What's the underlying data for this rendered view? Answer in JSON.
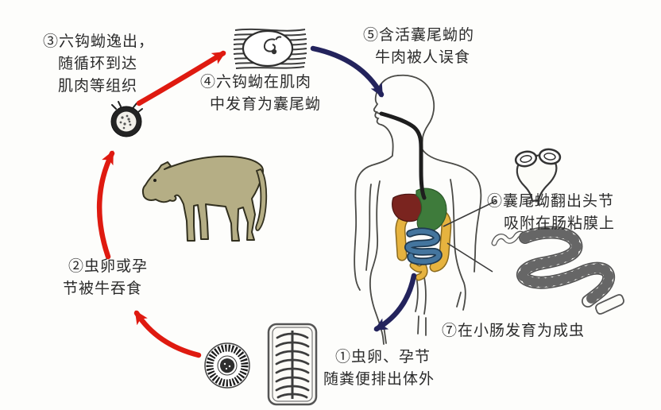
{
  "diagram": {
    "labels": {
      "step1": {
        "lines": [
          "①虫卵、孕节",
          "随粪便排出体外"
        ]
      },
      "step2": {
        "lines": [
          "②虫卵或孕",
          "节被牛吞食"
        ]
      },
      "step3": {
        "lines": [
          "③六钩蚴逸出，",
          "随循环到达",
          "肌肉等组织"
        ]
      },
      "step4": {
        "lines": [
          "④六钩蚴在肌肉",
          "中发育为囊尾蚴"
        ]
      },
      "step5": {
        "lines": [
          "⑤含活囊尾蚴的",
          "牛肉被人误食"
        ]
      },
      "step6": {
        "lines": [
          "⑥囊尾蚴翻出头节",
          "吸附在肠粘膜上"
        ]
      },
      "step7": {
        "lines": [
          "⑦在小肠发育为成虫"
        ]
      }
    },
    "icons": {
      "cow": "cow-figure",
      "human": "human-figure",
      "egg": "tapeworm-egg-icon",
      "proglottid": "gravid-proglottid-icon",
      "oncosphere": "oncosphere-icon",
      "cysticercus": "cysticercus-in-muscle-icon",
      "scolex": "scolex-icon",
      "adult_worm": "adult-tapeworm-icon"
    },
    "colors": {
      "arrow_red": "#df1a10",
      "arrow_navy": "#23235c",
      "cow_fill": "#b5ae85",
      "cow_outline": "#32301f",
      "liver_maroon": "#7a241f",
      "stomach_green": "#3e7b3b",
      "colon_orange": "#e6b33f",
      "colon_outline": "#8a6a1e",
      "intestine_blue": "#44759e",
      "intestine_outline": "#1f3a52",
      "line_dark": "#3a3a3a",
      "text": "#2b2b2b"
    }
  }
}
